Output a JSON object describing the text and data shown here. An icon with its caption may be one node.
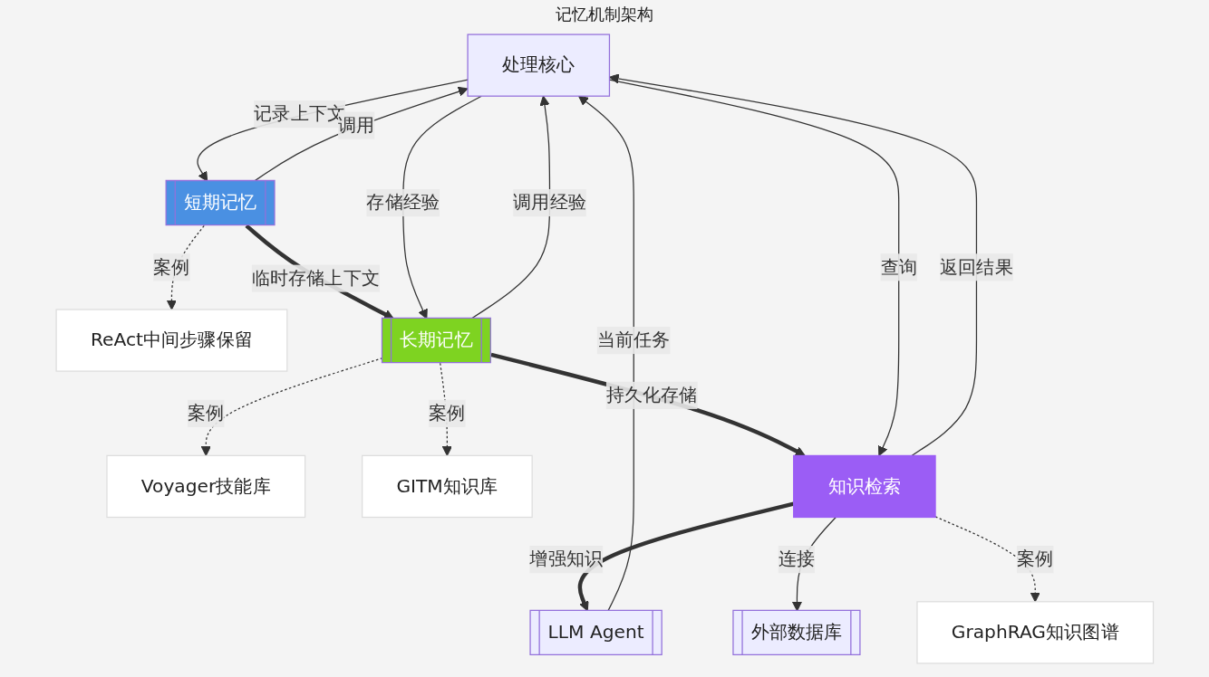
{
  "diagram": {
    "title": "记忆机制架构",
    "nodes": [
      {
        "text": [
          "处理核心"
        ]
      },
      {
        "text": [
          "短期记忆"
        ]
      },
      {
        "text": [
          "长期记忆"
        ]
      },
      {
        "text": [
          "知识检索"
        ]
      },
      {
        "text": [
          "LLM Agent"
        ]
      },
      {
        "text": [
          "ReAct中间步骤保留"
        ]
      },
      {
        "text": [
          "Voyager技能库"
        ]
      },
      {
        "text": [
          "GITM知识库"
        ]
      },
      {
        "text": [
          "GraphRAG知识图谱"
        ]
      },
      {
        "text": [
          "外部数据库"
        ]
      }
    ],
    "edges": [
      {
        "from": 0,
        "to": 1,
        "arrow": "to",
        "label": "记录上下文"
      },
      {
        "from": 1,
        "to": 0,
        "arrow": "to",
        "label": "调用"
      },
      {
        "from": 1,
        "to": 2,
        "arrow": "to",
        "label": "临时存储上下文",
        "style": "thick"
      },
      {
        "from": 0,
        "to": 2,
        "arrow": "to",
        "label": "存储经验"
      },
      {
        "from": 2,
        "to": 0,
        "arrow": "to",
        "label": "调用经验"
      },
      {
        "from": 2,
        "to": 3,
        "arrow": "to",
        "label": "持久化存储",
        "style": "thick"
      },
      {
        "from": 0,
        "to": 3,
        "arrow": "to",
        "label": "查询"
      },
      {
        "from": 3,
        "to": 0,
        "arrow": "to",
        "label": "返回结果"
      },
      {
        "from": 4,
        "to": 0,
        "arrow": "to",
        "label": "当前任务"
      },
      {
        "from": 3,
        "to": 4,
        "arrow": "to",
        "label": "增强知识",
        "style": "thick"
      },
      {
        "from": 3,
        "to": 9,
        "arrow": "to",
        "label": "连接"
      },
      {
        "from": 1,
        "to": 5,
        "arrow": "to",
        "label": "案例",
        "style": "dashed"
      },
      {
        "from": 2,
        "to": 6,
        "arrow": "to",
        "label": "案例",
        "style": "dashed"
      },
      {
        "from": 2,
        "to": 7,
        "arrow": "to",
        "label": "案例",
        "style": "dashed"
      },
      {
        "from": 3,
        "to": 8,
        "arrow": "to",
        "label": "案例",
        "style": "dashed"
      }
    ]
  }
}
